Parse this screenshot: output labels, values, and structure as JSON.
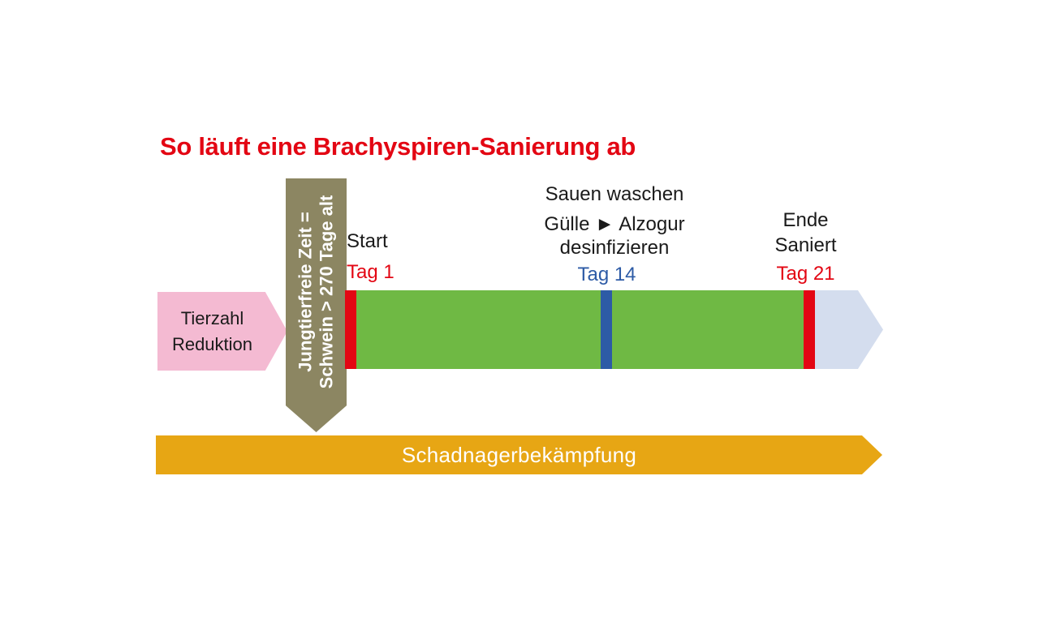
{
  "title": {
    "text": "So läuft eine Brachyspiren-Sanierung ab",
    "color": "#e30613"
  },
  "pre_phase": {
    "line1": "Tierzahl",
    "line2": "Reduktion",
    "color": "#f4bad2"
  },
  "vertical_marker": {
    "line1": "Jungtierfreie Zeit =",
    "line2": "Schwein > 270 Tage alt",
    "color": "#8c8662",
    "text_color": "#ffffff"
  },
  "timeline": {
    "bar_color": "#6fb944",
    "start_marker_color": "#e30613",
    "mid_marker_color": "#2d5ba6",
    "end_marker_color": "#e30613",
    "end_arrow_color": "#d4ddee",
    "start": {
      "label": "Start",
      "day": "Tag 1",
      "day_color": "#e30613"
    },
    "mid": {
      "line1": "Sauen waschen",
      "line2": "Gülle ► Alzogur",
      "line3": "desinfizieren",
      "day": "Tag 14",
      "day_color": "#2d5ba6"
    },
    "end": {
      "line1": "Ende",
      "line2": "Saniert",
      "day": "Tag 21",
      "day_color": "#e30613"
    }
  },
  "bottom_phase": {
    "label": "Schadnagerbekämpfung",
    "color": "#e7a614",
    "text_color": "#ffffff"
  }
}
